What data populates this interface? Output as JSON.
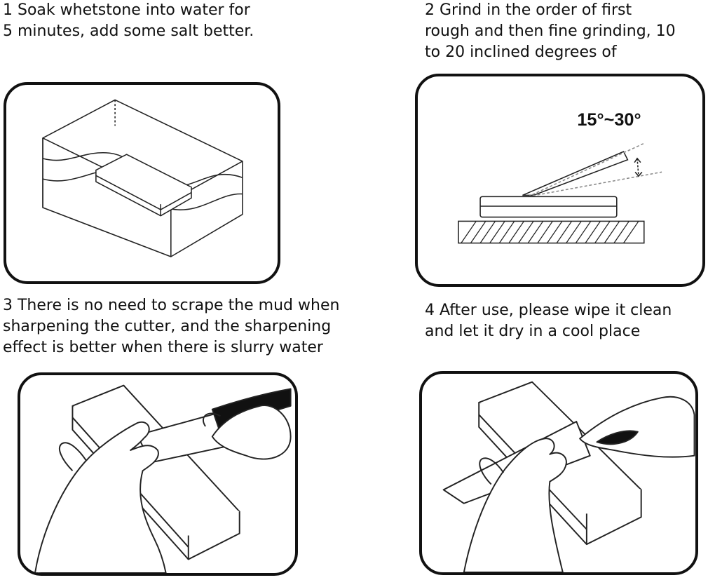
{
  "steps": [
    {
      "number": "1",
      "lines": [
        "1 Soak whetstone into water for",
        "5 minutes, add some salt better."
      ]
    },
    {
      "number": "2",
      "lines": [
        "2 Grind in the order of first",
        "rough and then fine grinding, 10",
        "to 20 inclined degrees of"
      ],
      "angle_label": "15°~30°"
    },
    {
      "number": "3",
      "lines": [
        "3 There is no need to scrape the mud when",
        "sharpening the cutter, and the sharpening",
        "effect is better when there is slurry water"
      ]
    },
    {
      "number": "4",
      "lines": [
        "4 After use, please wipe it clean",
        "and let it dry in a cool place"
      ]
    }
  ]
}
